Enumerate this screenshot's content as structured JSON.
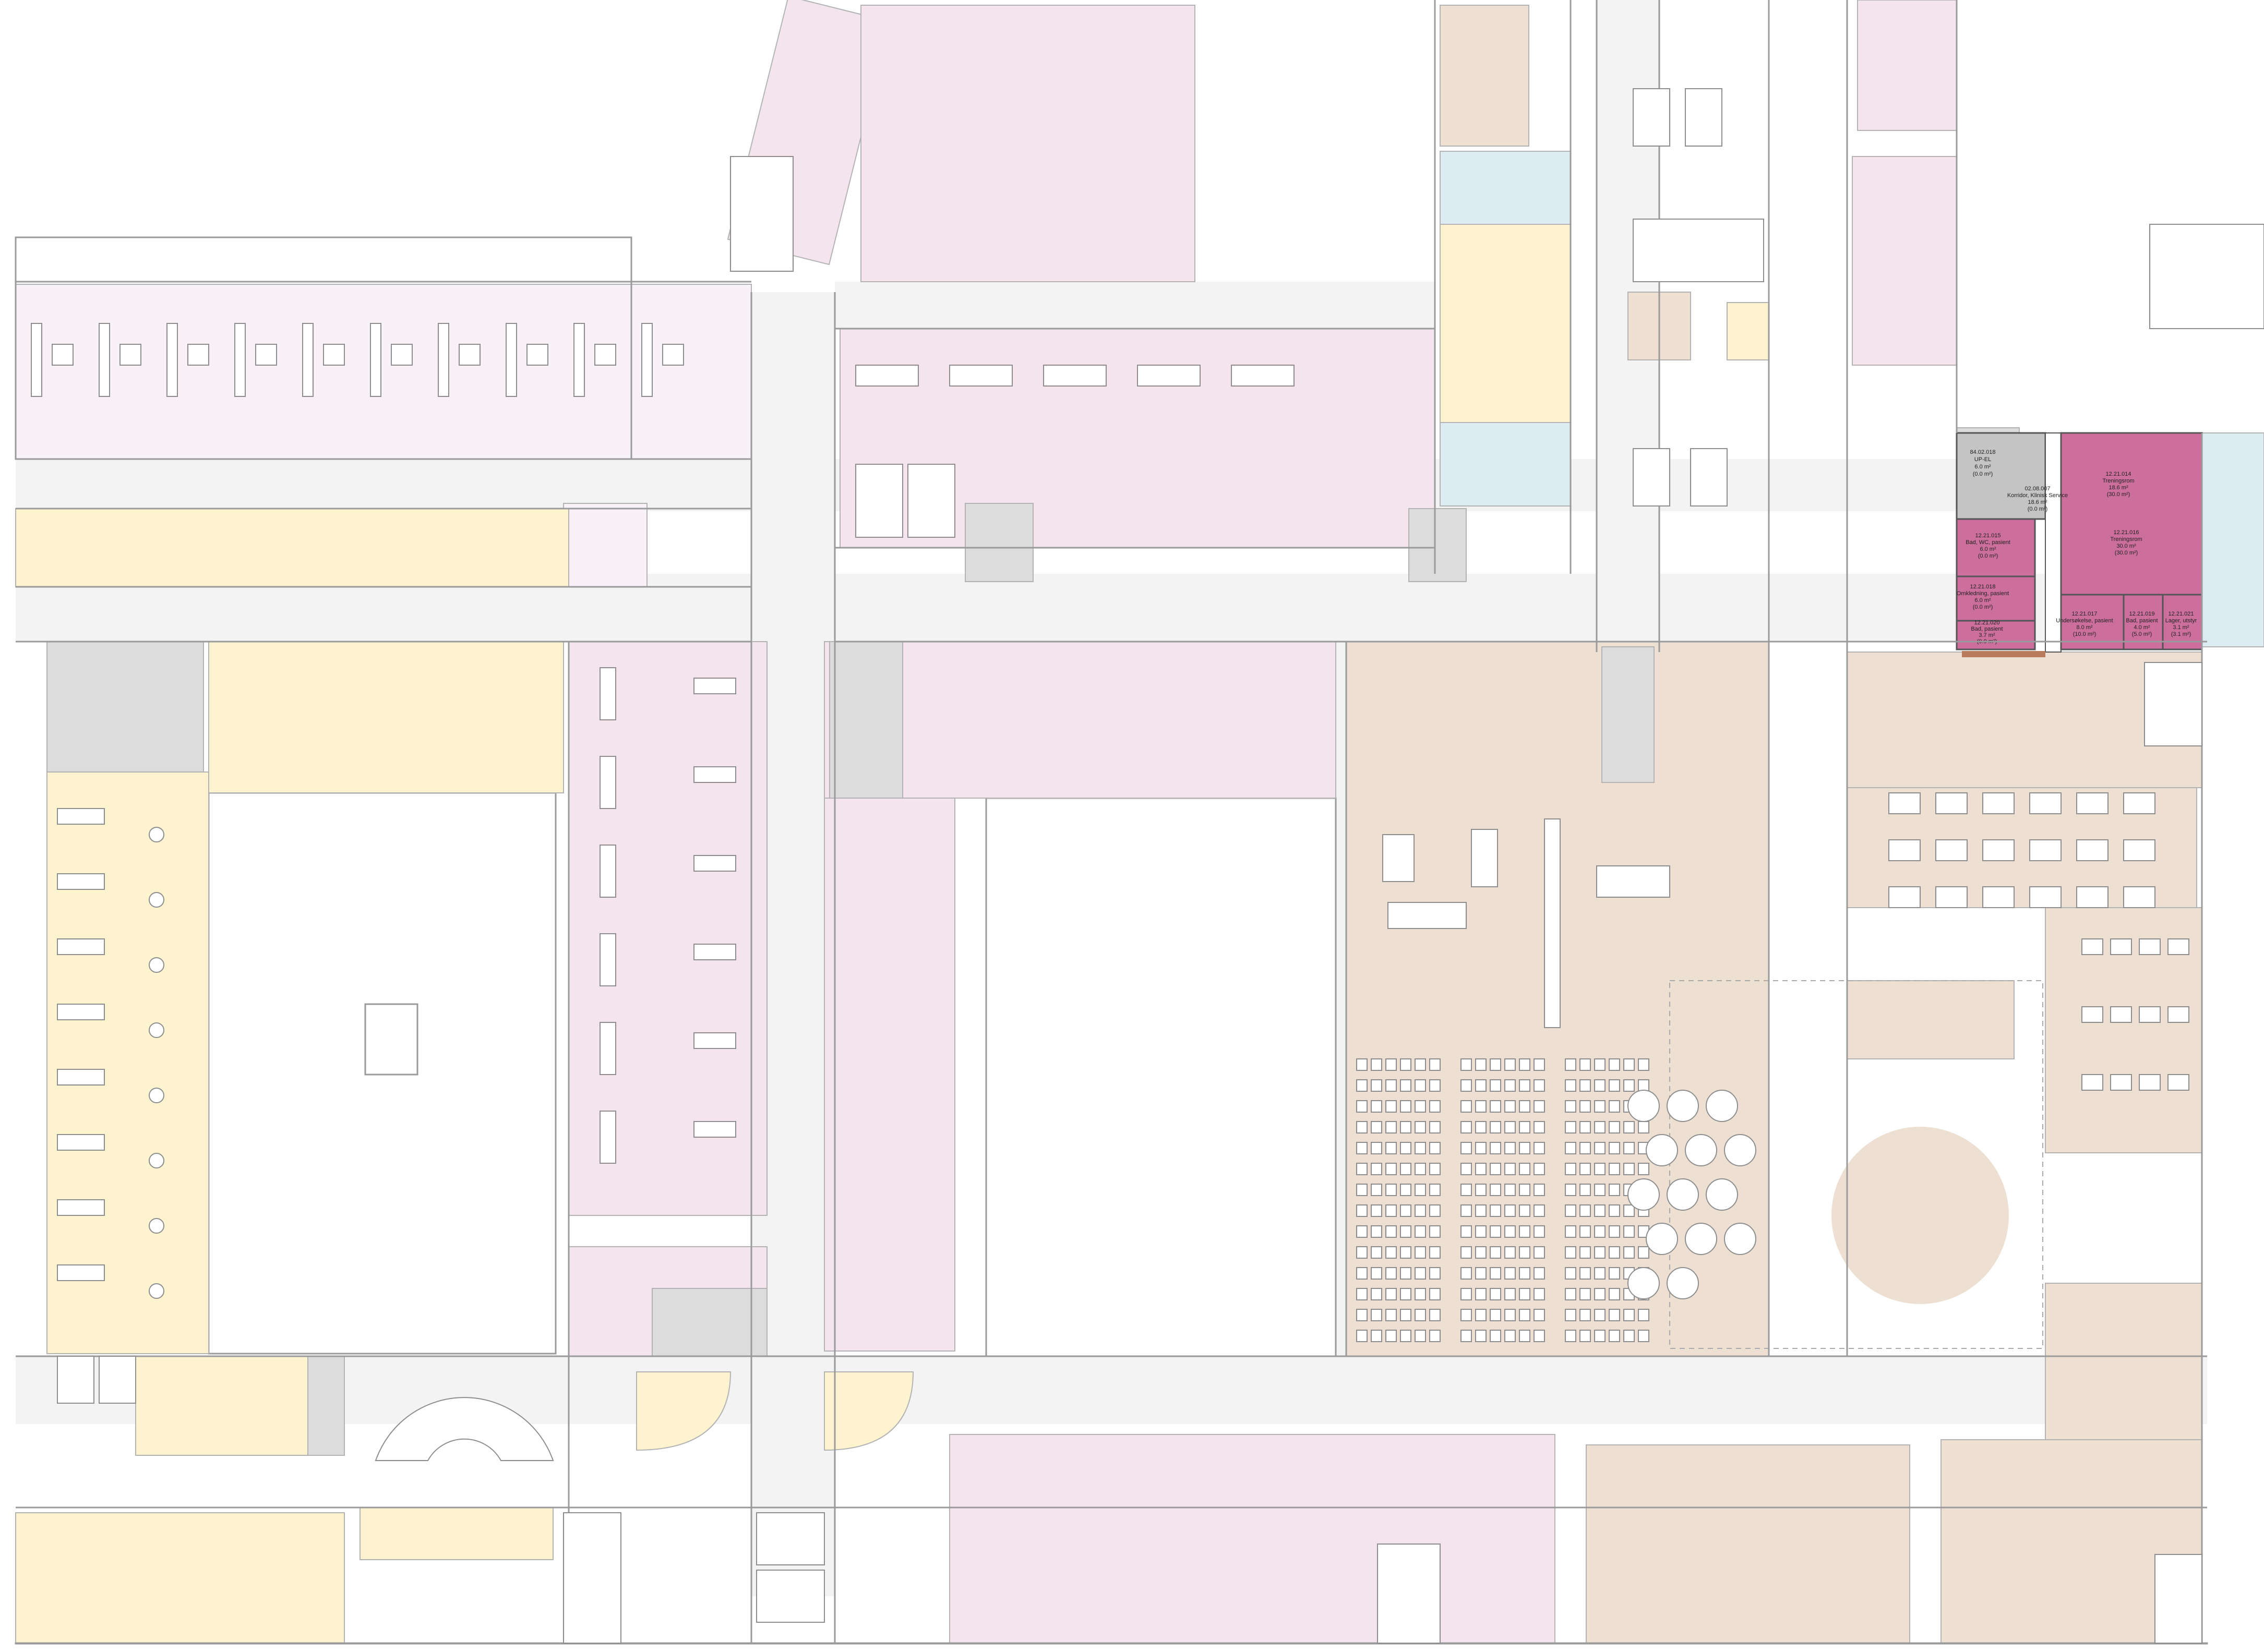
{
  "colors": {
    "background": "#ffffff",
    "circulation": "#f3f3f3",
    "core_grey": "#dcdcdc",
    "zone_lilac": "#f8f2f8",
    "zone_pink": "#f4e4ee",
    "zone_yellow": "#fdf3cf",
    "zone_beige": "#ede0d3",
    "zone_blue": "#ddebf2",
    "highlight_magenta": "#cc6f9d",
    "highlight_grey": "#c4c4c4",
    "wall": "#9a9a9a"
  },
  "highlight_rooms": [
    {
      "id": "84.02.018",
      "name": "UP-EL",
      "area": "6.0 m²",
      "extra": "(0.0 m²)"
    },
    {
      "id": "02.08.007",
      "name": "Korridor, Klinisk Service",
      "area": "18.6 m²",
      "extra": "(0.0 m²)"
    },
    {
      "id": "12.21.015",
      "name": "Bad, WC, pasient",
      "area": "6.0 m²",
      "extra": "(0.0 m²)"
    },
    {
      "id": "12.21.018",
      "name": "Omkledning, pasient",
      "area": "6.0 m²",
      "extra": "(0.0 m²)"
    },
    {
      "id": "12.21.020",
      "name": "Bad, pasient",
      "area": "3.7 m²",
      "extra": "(0.0 m²)"
    },
    {
      "id": "12.21.016",
      "name": "Treningsrom",
      "area": "30.0 m²",
      "extra": "(30.0 m²)"
    },
    {
      "id": "12.21.017",
      "name": "Undersøkelse, pasient",
      "area": "8.0 m²",
      "extra": "(10.0 m²)"
    },
    {
      "id": "12.21.019",
      "name": "Bad, pasient",
      "area": "4.0 m²",
      "extra": "(5.0 m²)"
    },
    {
      "id": "12.21.021",
      "name": "Lager, utstyr",
      "area": "3.1 m²",
      "extra": "(3.1 m²)"
    },
    {
      "id": "12.21.014",
      "name": "Treningsrom",
      "area": "18.6 m²",
      "extra": "(30.0 m²)"
    }
  ]
}
